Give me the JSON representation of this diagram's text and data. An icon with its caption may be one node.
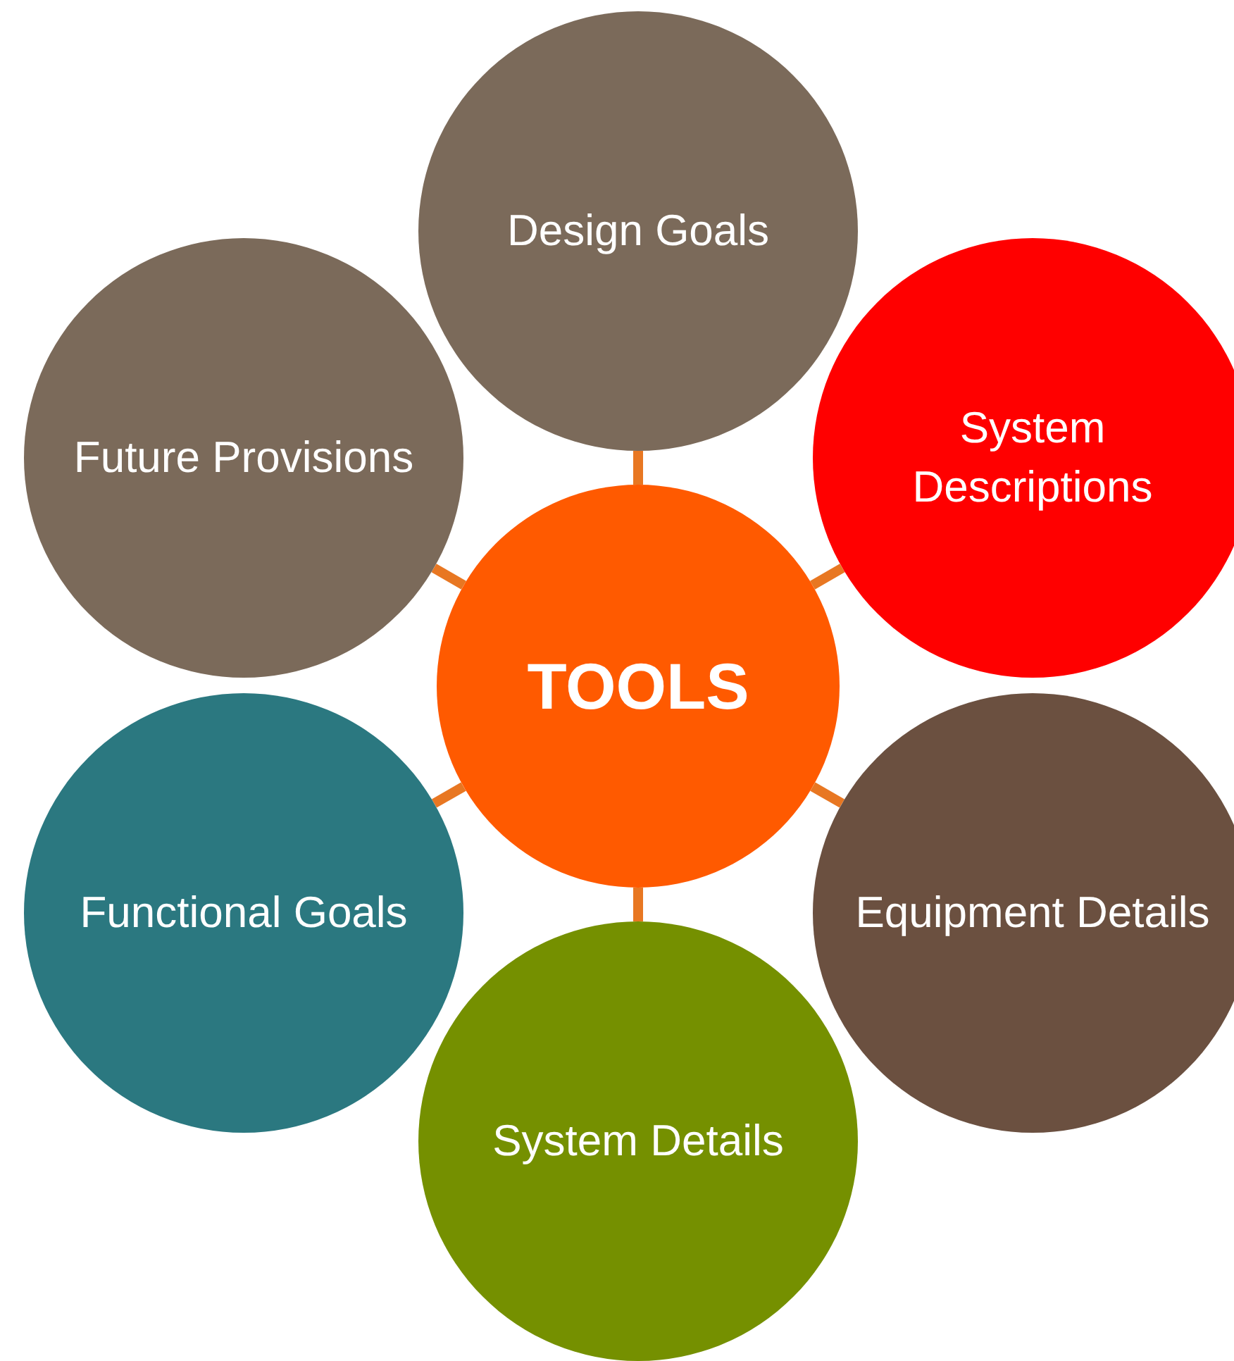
{
  "diagram": {
    "nodes": [
      {
        "text": [
          "TOOLS"
        ]
      },
      {
        "text": [
          "Design Goals"
        ]
      },
      {
        "text": [
          "System Descriptions"
        ]
      },
      {
        "text": [
          "Equipment Details"
        ]
      },
      {
        "text": [
          "System Details"
        ]
      },
      {
        "text": [
          "Functional Goals"
        ]
      },
      {
        "text": [
          "Future Provisions"
        ]
      }
    ],
    "edges": [
      {
        "from": 0,
        "to": 1,
        "arrow": "none"
      },
      {
        "from": 0,
        "to": 2,
        "arrow": "none"
      },
      {
        "from": 0,
        "to": 3,
        "arrow": "none"
      },
      {
        "from": 0,
        "to": 4,
        "arrow": "none"
      },
      {
        "from": 0,
        "to": 5,
        "arrow": "none"
      },
      {
        "from": 0,
        "to": 6,
        "arrow": "none"
      }
    ]
  }
}
